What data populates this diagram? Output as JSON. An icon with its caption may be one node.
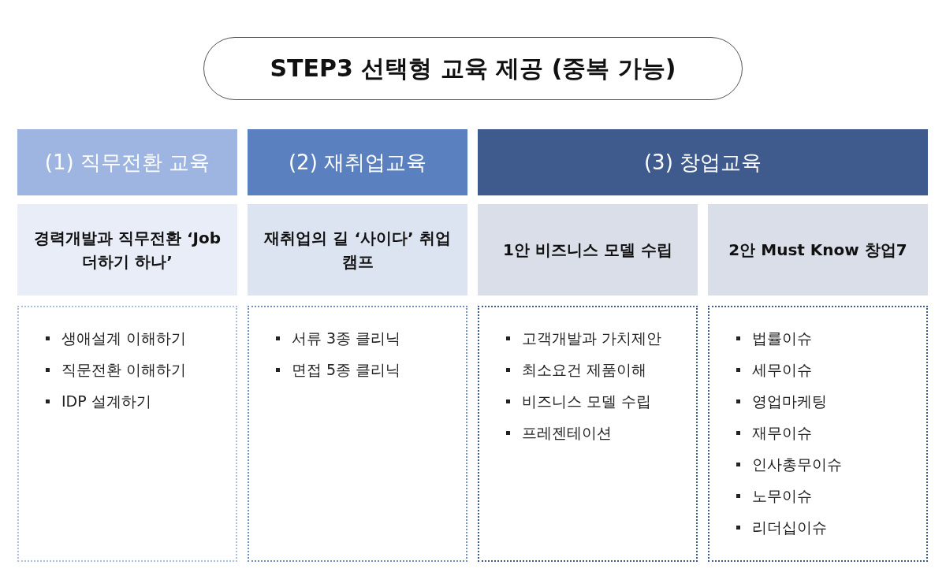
{
  "diagram": {
    "title": "STEP3 선택형 교육 제공 (중복 가능)",
    "nodes": [
      {
        "text": [
          "(1) 직무전환 교육"
        ]
      },
      {
        "text": [
          "(2) 재취업교육"
        ]
      },
      {
        "text": [
          "(3) 창업교육"
        ]
      },
      {
        "text": [
          "경력개발과 직무전환 ‘Job 더하기 하나’"
        ]
      },
      {
        "text": [
          "재취업의 길 ‘사이다’ 취업 캠프"
        ]
      },
      {
        "text": [
          "1안 비즈니스 모델 수립"
        ]
      },
      {
        "text": [
          "2안 Must Know 창업7"
        ]
      },
      {
        "text": [
          "생애설계 이해하기",
          "직문전환 이해하기",
          "IDP 설계하기"
        ]
      },
      {
        "text": [
          "서류 3종 클리닉",
          "면접 5종 클리닉"
        ]
      },
      {
        "text": [
          "고객개발과 가치제안",
          "최소요건 제품이해",
          "비즈니스 모델 수립",
          "프레젠테이션"
        ]
      },
      {
        "text": [
          "법률이슈",
          "세무이슈",
          "영업마케팅",
          "재무이슈",
          "인사총무이슈",
          "노무이슈",
          "리더십이슈"
        ]
      }
    ]
  }
}
